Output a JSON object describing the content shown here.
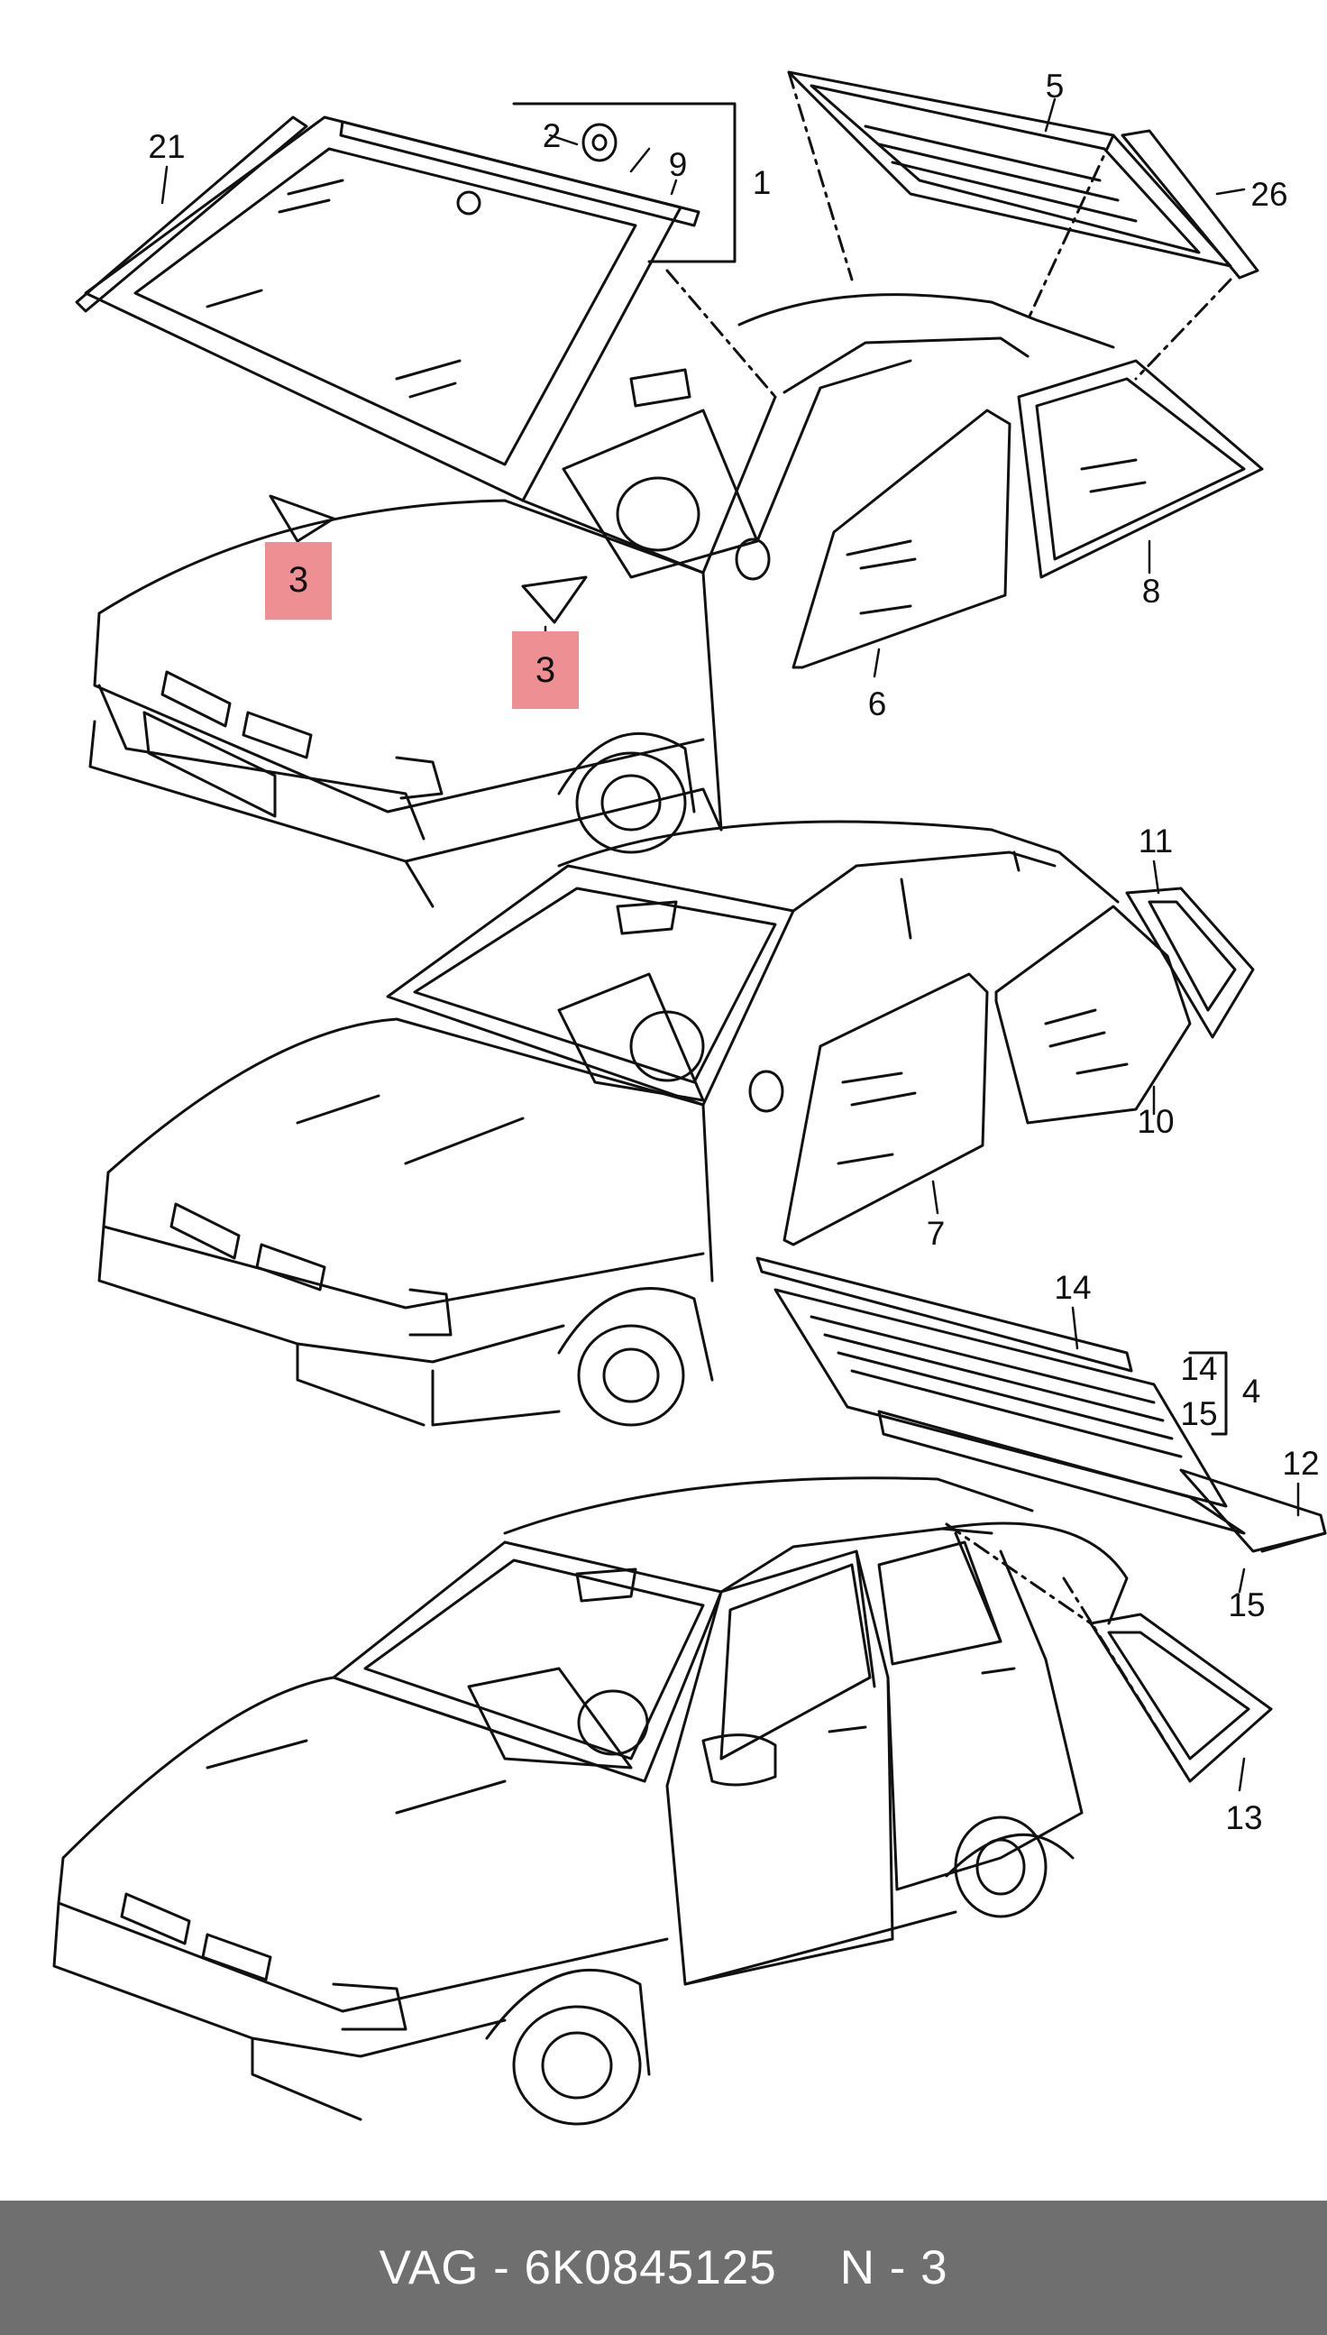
{
  "footer": {
    "part_text": "VAG - 6K0845125",
    "position_text": "N - 3"
  },
  "callouts": {
    "c1": "1",
    "c2": "2",
    "c3a": "3",
    "c3b": "3",
    "c4": "4",
    "c5": "5",
    "c6": "6",
    "c7": "7",
    "c8": "8",
    "c9": "9",
    "c10": "10",
    "c11": "11",
    "c12": "12",
    "c13": "13",
    "c14a": "14",
    "c14b": "14",
    "c15a": "15",
    "c15b": "15",
    "c21": "21",
    "c26": "26"
  },
  "highlight_color": "#ee8f94"
}
